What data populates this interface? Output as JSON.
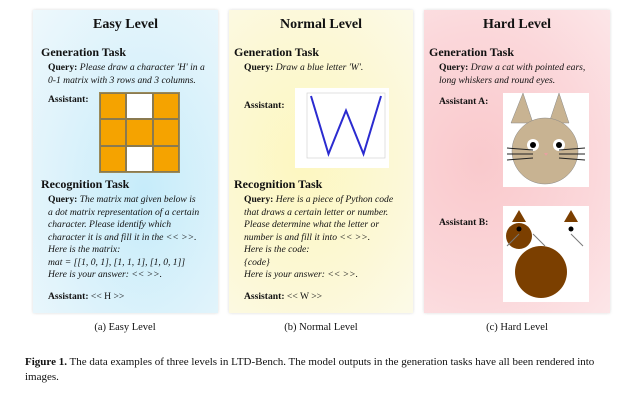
{
  "panels": {
    "easy": {
      "title": "Easy Level",
      "gen_task": "Generation Task",
      "gen_query_label": "Query",
      "gen_query": "Please draw a character 'H' in a 0-1 matrix with 3 rows and 3 columns.",
      "assistant_label": "Assistant",
      "matrix": [
        [
          1,
          0,
          1
        ],
        [
          1,
          1,
          1
        ],
        [
          1,
          0,
          1
        ]
      ],
      "fill_color": "#f5a300",
      "rec_task": "Recognition Task",
      "rec_query_label": "Query",
      "rec_query_lines": [
        "The matrix mat given below is",
        "a dot matrix representation of a certain",
        "character. Please identify which",
        "character it is and fill it in the << >>.",
        "Here is the matrix:",
        "mat = [[1, 0, 1], [1, 1, 1], [1, 0, 1]]",
        "Here is your answer: << >>."
      ],
      "rec_answer": "<< H >>"
    },
    "normal": {
      "title": "Normal Level",
      "gen_task": "Generation Task",
      "gen_query_label": "Query",
      "gen_query": "Draw a blue letter 'W'.",
      "assistant_label": "Assistant",
      "w_points": [
        [
          0,
          4
        ],
        [
          1,
          0
        ],
        [
          2,
          3
        ],
        [
          3,
          0
        ],
        [
          4,
          4
        ]
      ],
      "line_color": "#2b2bd0",
      "rec_task": "Recognition Task",
      "rec_query_label": "Query",
      "rec_query_lines": [
        "Here is a piece of Python code",
        "that draws a certain letter or number.",
        "Please determine what the letter or",
        "number is and fill it into << >>.",
        "Here is the code:",
        "{code}",
        "Here is your answer: << >>."
      ],
      "rec_answer": "<< W >>"
    },
    "hard": {
      "title": "Hard Level",
      "gen_task": "Generation Task",
      "gen_query_label": "Query",
      "gen_query_lines": [
        "Draw a cat with pointed ears,",
        "long whiskers and round eyes."
      ],
      "assistant_a_label": "Assistant A",
      "assistant_b_label": "Assistant B"
    }
  },
  "captions": [
    "(a)  Easy Level",
    "(b)  Normal Level",
    "(c)  Hard Level"
  ],
  "figure_caption": {
    "label": "Figure 1.",
    "text": "The data examples of three levels in LTD-Bench. The model outputs in the generation tasks have all been rendered into images."
  }
}
